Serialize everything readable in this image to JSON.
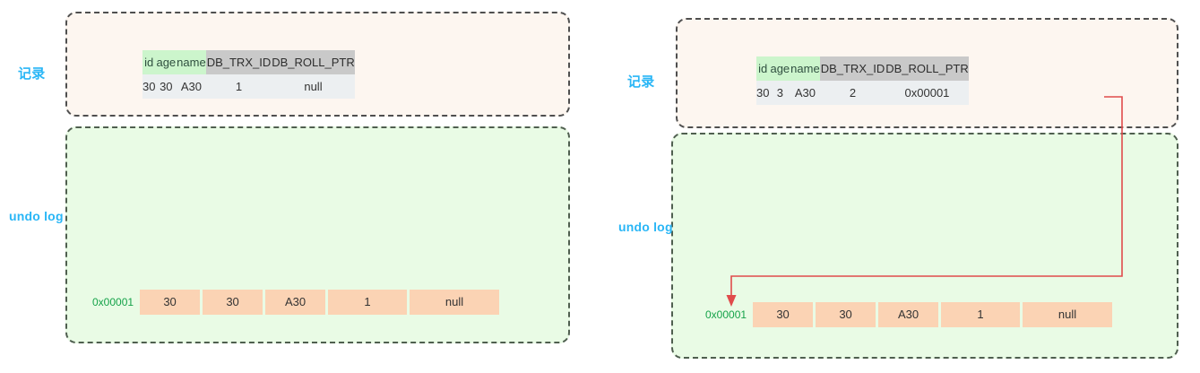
{
  "diagram": {
    "title_hidden": "",
    "colors": {
      "record_box_bg": "#fdf6f0",
      "undo_box_bg": "#e9fbe5",
      "header_green": "#ccf5cc",
      "header_gray": "#c9c9c9",
      "row_gray": "#eceff1",
      "undo_cell": "#fbd3b4",
      "label_blue": "#29b6f6",
      "pointer_green": "#16a34a",
      "arrow_red": "#e04b4b",
      "dash_border": "#4a4a4a"
    }
  },
  "panels": [
    {
      "id": "left",
      "record_label": "记录",
      "undo_label": "undo log",
      "table": {
        "headers": [
          "id",
          "age",
          "name",
          "DB_TRX_ID",
          "DB_ROLL_PTR"
        ],
        "header_styles": [
          "green",
          "green",
          "green",
          "gray",
          "gray"
        ],
        "row": [
          "30",
          "30",
          "A30",
          "1",
          "null"
        ]
      },
      "undo_entries": [
        {
          "pointer": "0x00001",
          "cells": [
            "30",
            "30",
            "A30",
            "1",
            "null"
          ]
        }
      ],
      "has_arrow": false
    },
    {
      "id": "right",
      "record_label": "记录",
      "undo_label": "undo log",
      "table": {
        "headers": [
          "id",
          "age",
          "name",
          "DB_TRX_ID",
          "DB_ROLL_PTR"
        ],
        "header_styles": [
          "green",
          "green",
          "green",
          "gray",
          "gray"
        ],
        "row": [
          "30",
          "3",
          "A30",
          "2",
          "0x00001"
        ]
      },
      "undo_entries": [
        {
          "pointer": "0x00001",
          "cells": [
            "30",
            "30",
            "A30",
            "1",
            "null"
          ]
        }
      ],
      "has_arrow": true,
      "arrow_meaning": "DB_ROLL_PTR 0x00001 points to undo log entry 0x00001"
    }
  ]
}
